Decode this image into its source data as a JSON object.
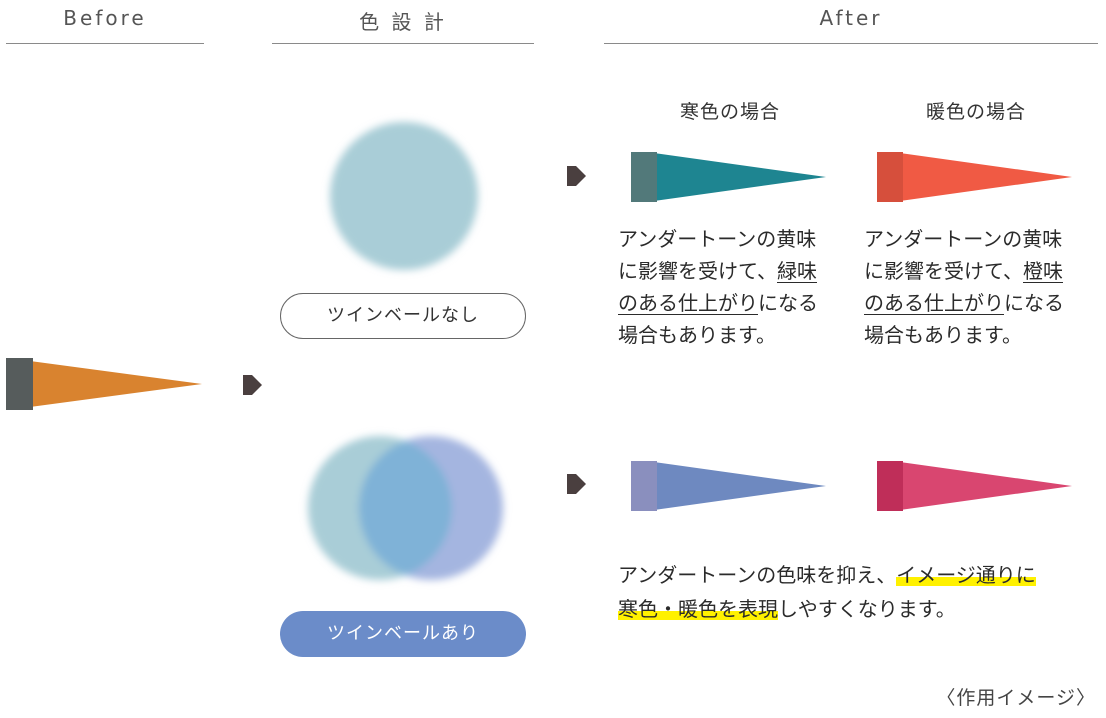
{
  "headers": {
    "before": "Before",
    "design": "色 設 計",
    "after": "After"
  },
  "columns": {
    "cool": "寒色の場合",
    "warm": "暖色の場合"
  },
  "text_cool": {
    "l1": "アンダートーンの黄味",
    "l2a": "に影響を受けて、",
    "l2b": "緑味",
    "l3a": "のある仕上がり",
    "l3b": "になる",
    "l4": "場合もあります。"
  },
  "text_warm": {
    "l1": "アンダートーンの黄味",
    "l2a": "に影響を受けて、",
    "l2b": "橙味",
    "l3a": "のある仕上がり",
    "l3b": "になる",
    "l4": "場合もあります。"
  },
  "pills": {
    "without": "ツインベールなし",
    "with": "ツインベールあり"
  },
  "bottom": {
    "l1a": "アンダートーンの色味を抑え、",
    "l1b": "イメージ通りに",
    "l2a": "寒色・暖色を表現",
    "l2b": "しやすくなります。"
  },
  "caption": "〈作用イメージ〉",
  "colors": {
    "before_brush": "#d9832f",
    "cool_no_veil": "#1e8591",
    "warm_no_veil": "#f05a44",
    "cool_veil": "#6e89c0",
    "warm_veil": "#d94670",
    "circle_teal": "#a9cdd7",
    "circle_blue": "#a4b5e0",
    "overlap": "#7fb2d7",
    "pill_fill": "#6b8cc9",
    "highlight": "#fff100",
    "arrow": "#4a3f3f"
  }
}
